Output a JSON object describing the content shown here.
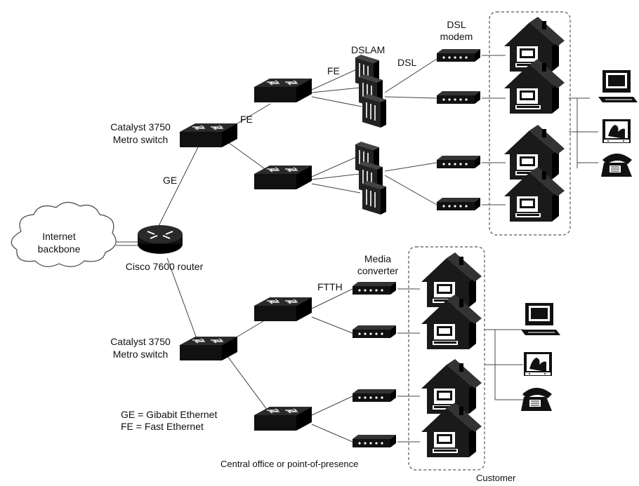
{
  "labels": {
    "internet_backbone_1": "Internet",
    "internet_backbone_2": "backbone",
    "router": "Cisco 7600 router",
    "ge": "GE",
    "catalyst_top_1": "Catalyst 3750",
    "catalyst_top_2": "Metro switch",
    "catalyst_bottom_1": "Catalyst 3750",
    "catalyst_bottom_2": "Metro switch",
    "fe_1": "FE",
    "fe_2": "FE",
    "dslam": "DSLAM",
    "dsl": "DSL",
    "dsl_modem_1": "DSL",
    "dsl_modem_2": "modem",
    "ftth": "FTTH",
    "media_converter_1": "Media",
    "media_converter_2": "converter",
    "legend_ge": "GE = Gibabit Ethernet",
    "legend_fe": "FE = Fast Ethernet",
    "central_office": "Central office or point-of-presence",
    "customer": "Customer"
  }
}
